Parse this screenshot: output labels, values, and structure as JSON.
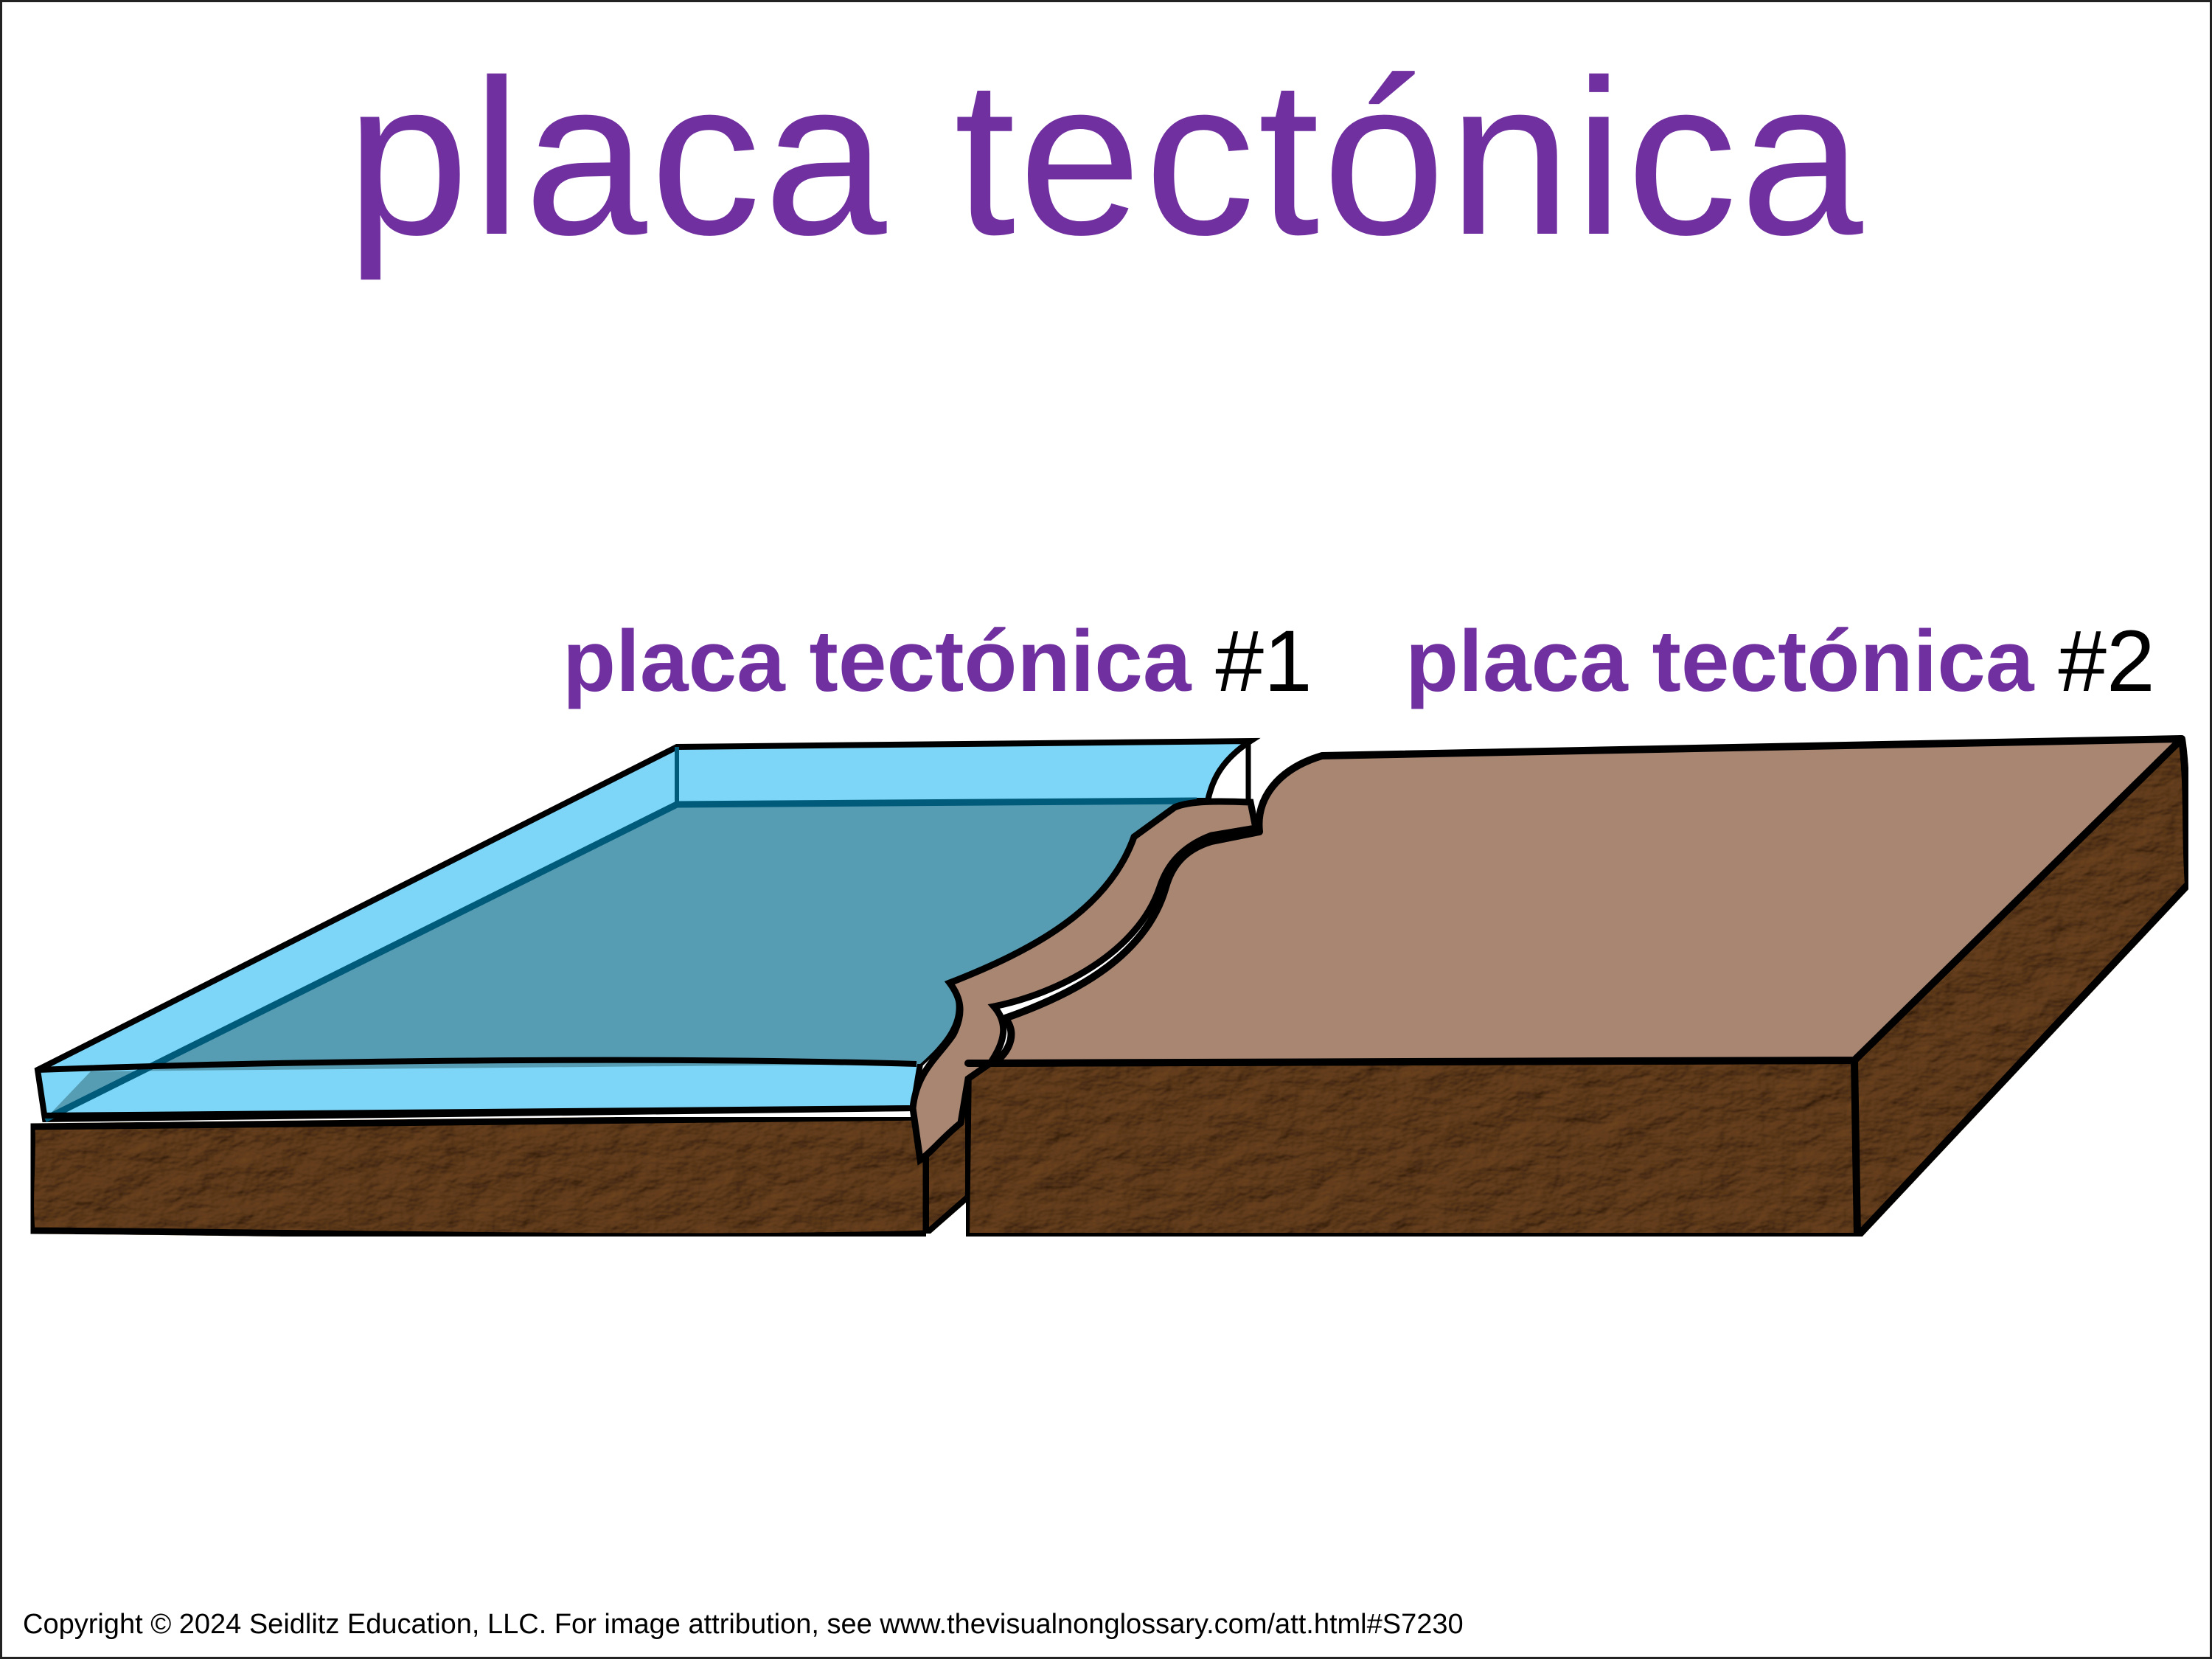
{
  "title": "placa tectónica",
  "labels": [
    {
      "text": "placa tectónica",
      "number": "#1"
    },
    {
      "text": "placa tectónica",
      "number": "#2"
    }
  ],
  "footer": {
    "copyright": "Copyright © 2024 Seidlitz Education, LLC.  For image attribution, see www.thevisualnonglossary.com/att.html#S7230"
  },
  "colors": {
    "title": "#7030a0",
    "water_light": "#7dd6f7",
    "water_dark": "#569db3",
    "plate_top": "#a88672",
    "rock": "#8b6b4a"
  }
}
